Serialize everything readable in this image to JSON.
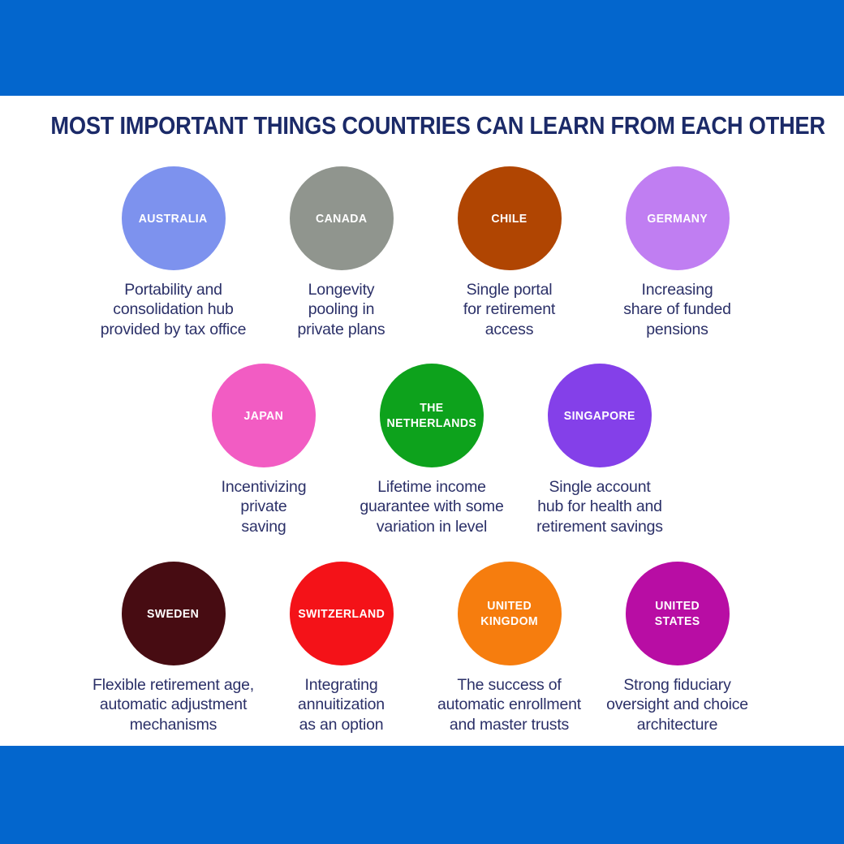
{
  "title": "MOST IMPORTANT THINGS COUNTRIES CAN LEARN FROM EACH OTHER",
  "colors": {
    "band_blue": "#0366cd",
    "title_navy": "#1b2a68",
    "desc_navy": "#2b3068",
    "circle_label": "#ffffff"
  },
  "rows": [
    {
      "items": [
        {
          "country_lines": [
            "AUSTRALIA"
          ],
          "color": "#7d92ee",
          "desc_lines": [
            "Portability and",
            "consolidation hub",
            "provided by tax office"
          ]
        },
        {
          "country_lines": [
            "CANADA"
          ],
          "color": "#90958e",
          "desc_lines": [
            "Longevity",
            "pooling in",
            "private plans"
          ]
        },
        {
          "country_lines": [
            "CHILE"
          ],
          "color": "#b04502",
          "desc_lines": [
            "Single portal",
            "for retirement",
            "access"
          ]
        },
        {
          "country_lines": [
            "GERMANY"
          ],
          "color": "#c07ef2",
          "desc_lines": [
            "Increasing",
            "share of funded",
            "pensions"
          ]
        }
      ]
    },
    {
      "items": [
        {
          "country_lines": [
            "JAPAN"
          ],
          "color": "#f25cc3",
          "desc_lines": [
            "Incentivizing",
            "private",
            "saving"
          ]
        },
        {
          "country_lines": [
            "THE",
            "NETHERLANDS"
          ],
          "color": "#0da21c",
          "desc_lines": [
            "Lifetime income",
            "guarantee with some",
            "variation in level"
          ]
        },
        {
          "country_lines": [
            "SINGAPORE"
          ],
          "color": "#8440e9",
          "desc_lines": [
            "Single account",
            "hub for health and",
            "retirement savings"
          ]
        }
      ]
    },
    {
      "items": [
        {
          "country_lines": [
            "SWEDEN"
          ],
          "color": "#470c12",
          "desc_lines": [
            "Flexible retirement age,",
            "automatic adjustment",
            "mechanisms"
          ]
        },
        {
          "country_lines": [
            "SWITZERLAND"
          ],
          "color": "#f41218",
          "desc_lines": [
            "Integrating",
            "annuitization",
            "as an option"
          ]
        },
        {
          "country_lines": [
            "UNITED",
            "KINGDOM"
          ],
          "color": "#f67d0e",
          "desc_lines": [
            "The success of",
            "automatic enrollment",
            "and master trusts"
          ]
        },
        {
          "country_lines": [
            "UNITED",
            "STATES"
          ],
          "color": "#b80da4",
          "desc_lines": [
            "Strong fiduciary",
            "oversight and choice",
            "architecture"
          ]
        }
      ]
    }
  ]
}
